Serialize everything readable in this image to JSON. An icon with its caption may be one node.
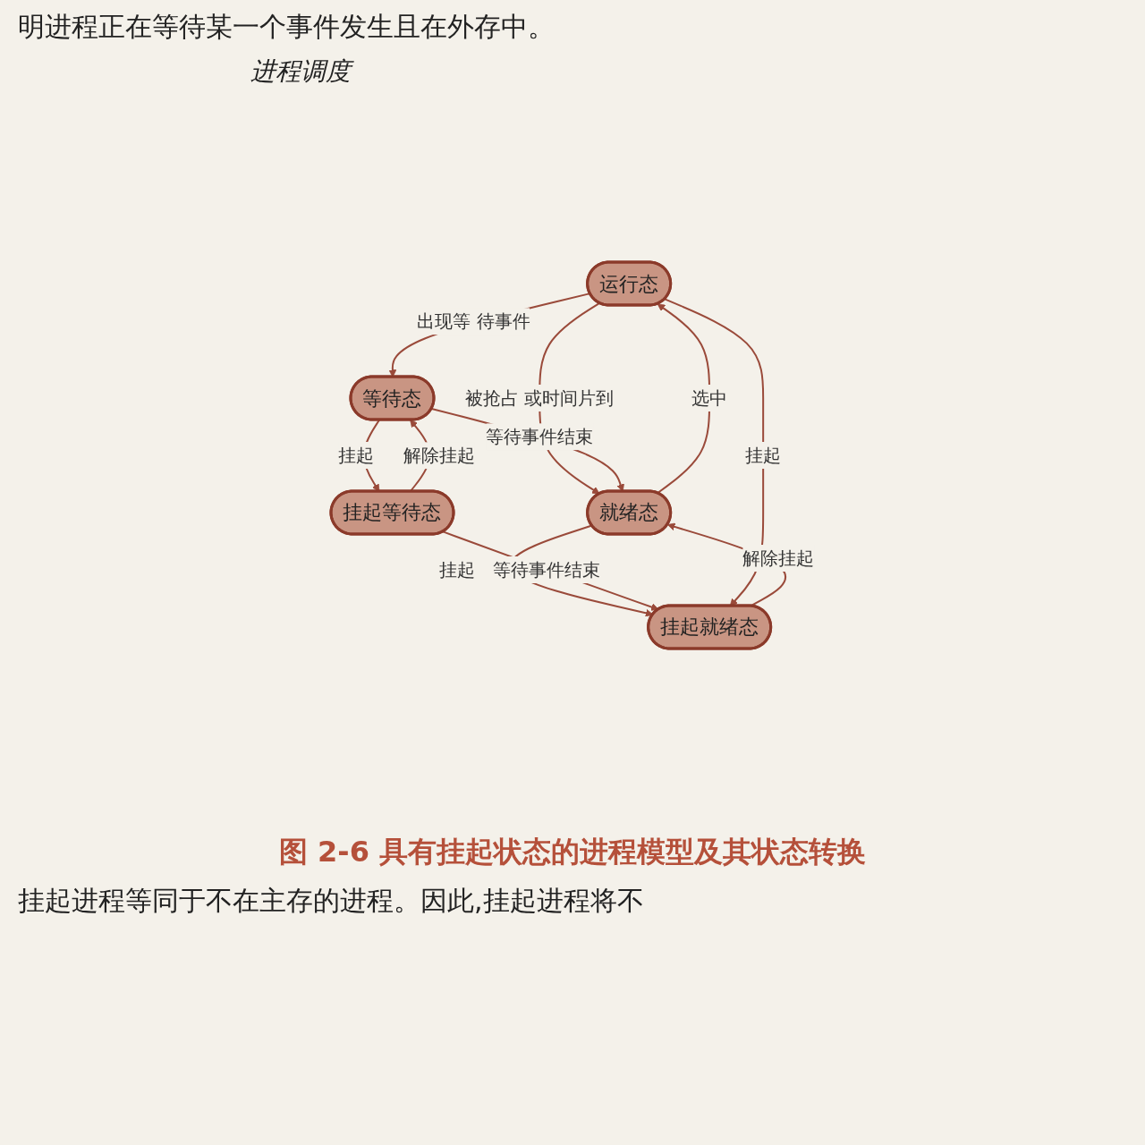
{
  "diagram": {
    "caption": "图 2-6 具有挂起状态的进程模型及其状态转换",
    "nodes": [
      {
        "text": [
          "运行态"
        ]
      },
      {
        "text": [
          "就绪态"
        ]
      },
      {
        "text": [
          "等待态"
        ]
      },
      {
        "text": [
          "挂起就绪态"
        ]
      },
      {
        "text": [
          "挂起等待态"
        ]
      }
    ],
    "edges": [
      {
        "from": 1,
        "to": 0,
        "arrow": "to",
        "label": "选中"
      },
      {
        "from": 0,
        "to": 1,
        "arrow": "to",
        "label": "被抢占 或时间片到"
      },
      {
        "from": 0,
        "to": 2,
        "arrow": "to",
        "label": "出现等 待事件"
      },
      {
        "from": 2,
        "to": 1,
        "arrow": "to",
        "label": "等待事件结束"
      },
      {
        "from": 1,
        "to": 3,
        "arrow": "to",
        "label": "挂起"
      },
      {
        "from": 3,
        "to": 1,
        "arrow": "to",
        "label": "解除挂起"
      },
      {
        "from": 4,
        "to": 2,
        "arrow": "to",
        "label": "解除挂起"
      },
      {
        "from": 2,
        "to": 4,
        "arrow": "to",
        "label": "挂起"
      },
      {
        "from": 4,
        "to": 3,
        "arrow": "to",
        "label": "等待事件结束"
      },
      {
        "from": 0,
        "to": 3,
        "arrow": "to",
        "label": "挂起"
      }
    ],
    "labels": [
      "明进程正在等待某一个事件发生且在外存中。",
      "进程调度",
      "挂起进程等同于不在主存的进程。因此,挂起进程将不"
    ]
  }
}
